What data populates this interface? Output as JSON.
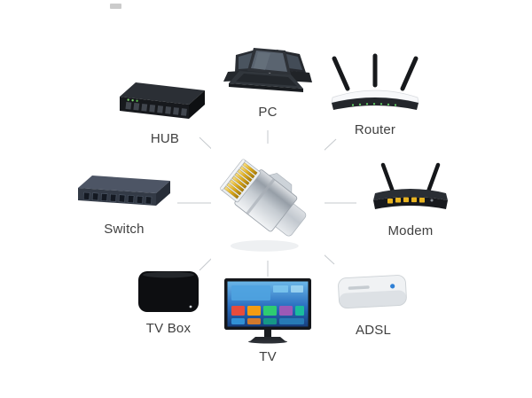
{
  "nodes": {
    "pc": {
      "label": "PC"
    },
    "hub": {
      "label": "HUB"
    },
    "router": {
      "label": "Router"
    },
    "switch": {
      "label": "Switch"
    },
    "modem": {
      "label": "Modem"
    },
    "tvbox": {
      "label": "TV Box"
    },
    "tv": {
      "label": "TV"
    },
    "adsl": {
      "label": "ADSL"
    }
  },
  "center": {
    "item": "rj45-shielded-connector"
  },
  "colors": {
    "background": "#ffffff",
    "connector_line": "#c5c9cd",
    "label_text": "#404040",
    "gold_pins": "#ddab1d",
    "metal_shield": "#c6ccd2"
  }
}
